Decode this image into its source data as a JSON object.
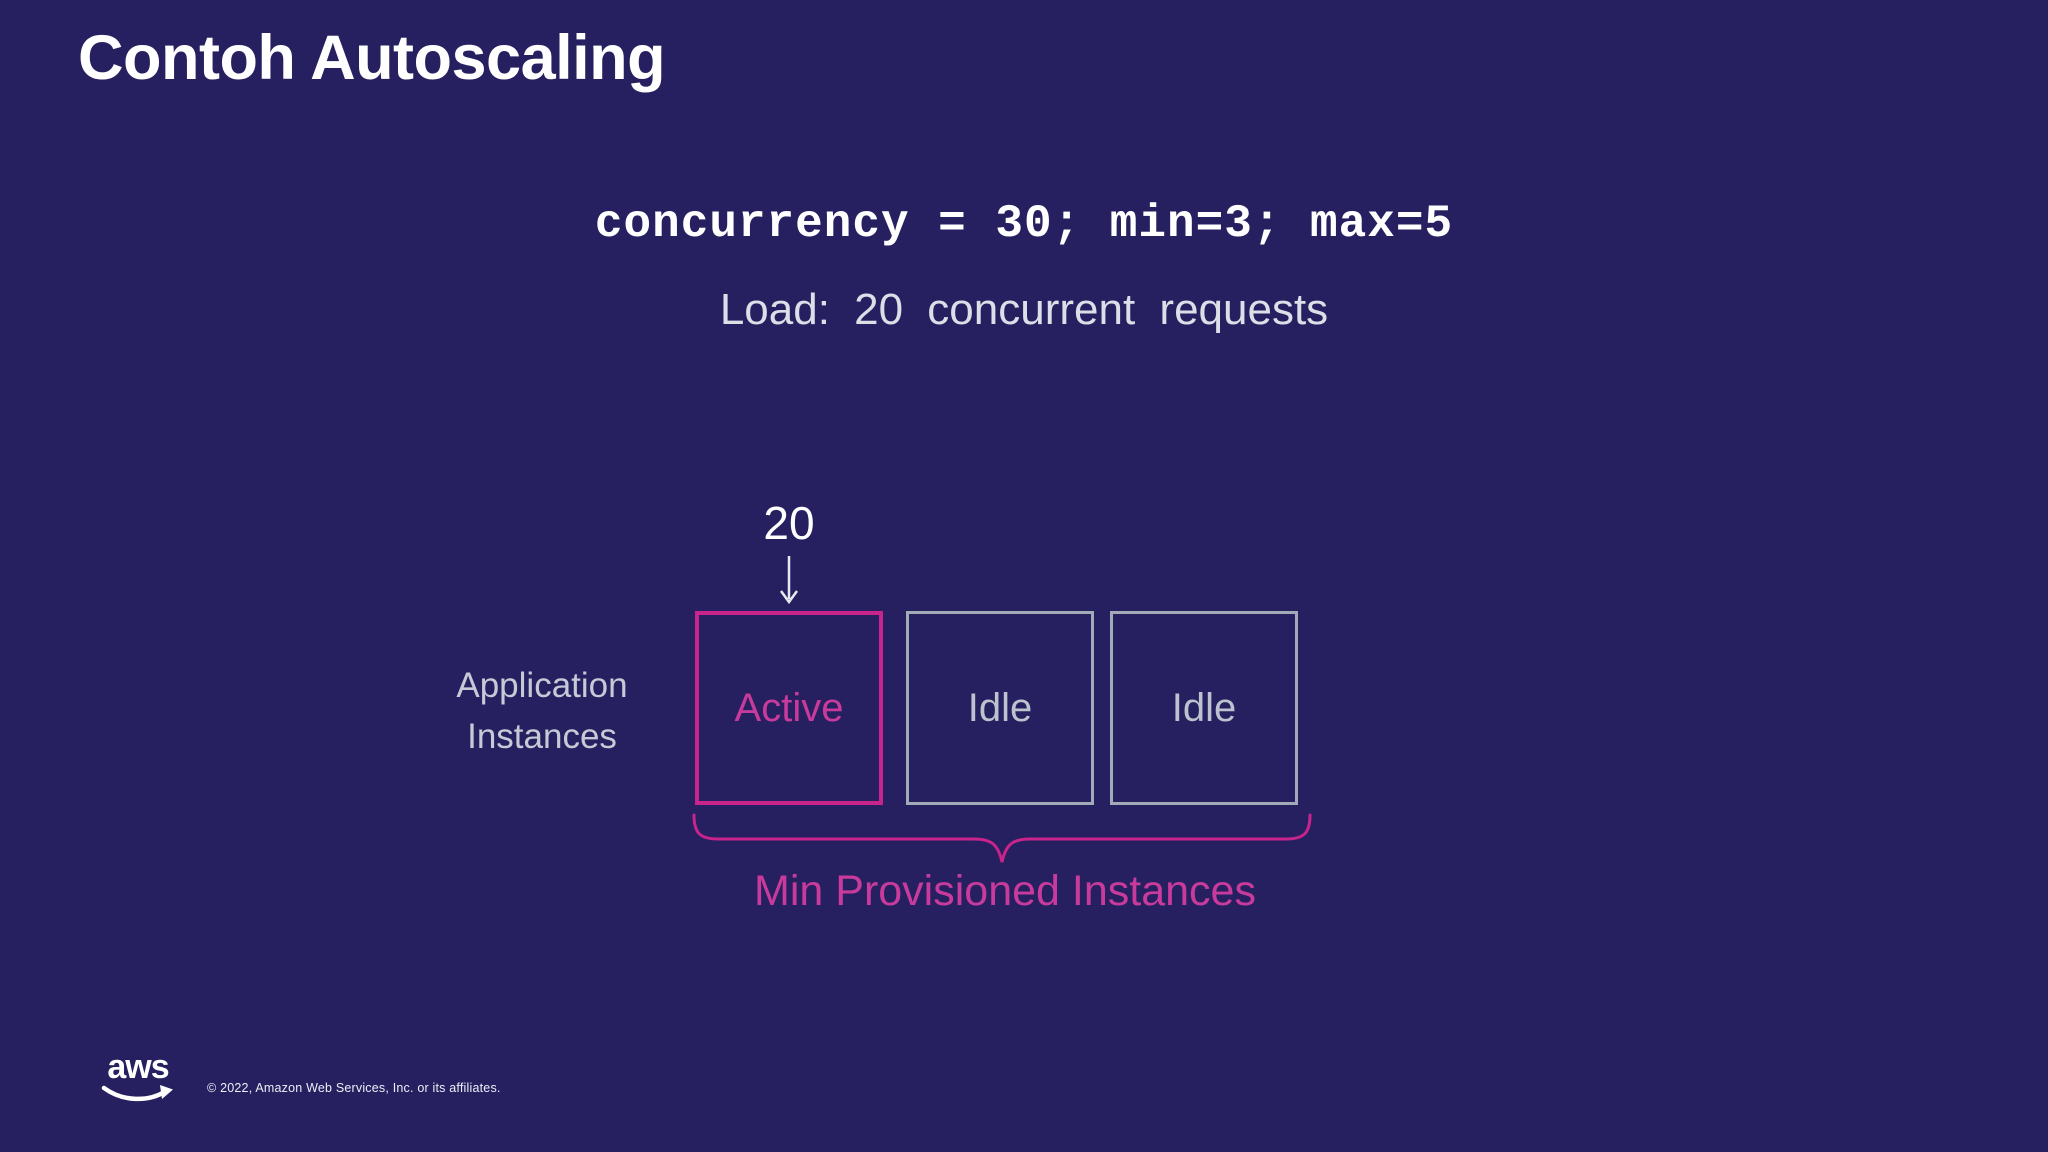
{
  "slide": {
    "title": "Contoh Autoscaling",
    "code_line": "concurrency = 30; min=3; max=5",
    "load_line": "Load: 20 concurrent requests",
    "diagram": {
      "incoming_label": "20",
      "incoming_arrow_icon": "arrow-down",
      "row_label_line1": "Application",
      "row_label_line2": "Instances",
      "instances": [
        {
          "label": "Active",
          "state": "active"
        },
        {
          "label": "Idle",
          "state": "idle"
        },
        {
          "label": "Idle",
          "state": "idle"
        }
      ],
      "brace_label": "Min Provisioned Instances"
    },
    "footer": {
      "logo_text": "aws",
      "logo_icon": "aws-smile-arrow",
      "copyright": "© 2022, Amazon Web Services, Inc. or its affiliates."
    },
    "colors": {
      "background": "#262060",
      "accent_pink": "#c9238c",
      "pink_text": "#c83a9b",
      "idle_border": "#a2aab8",
      "muted_text": "#c6cad6",
      "bright_text": "#ffffff",
      "dim_white": "#dcdee8"
    }
  }
}
